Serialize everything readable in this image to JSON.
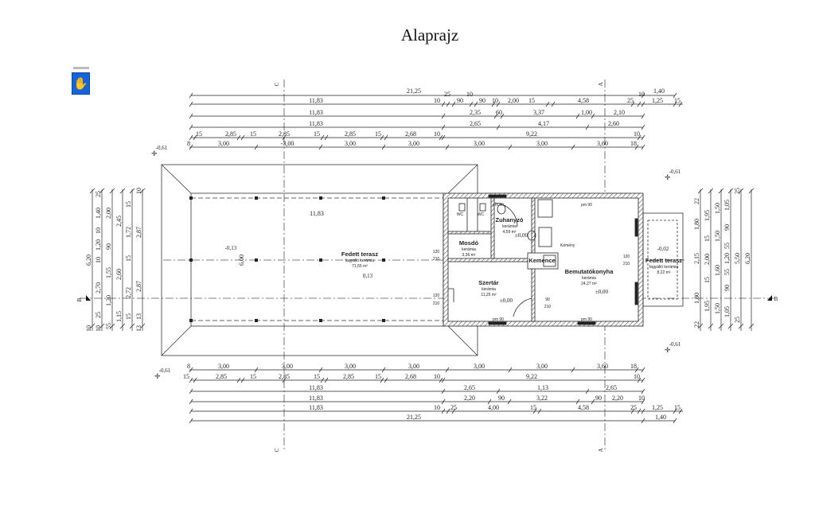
{
  "title": "Alaprajz",
  "toolbar": {
    "hand_tool_icon": "hand-icon"
  },
  "axes": {
    "c": "C",
    "a": "A",
    "b": "B"
  },
  "levels": [
    "-0,61",
    "-0,61",
    "-0,61",
    "-0,61"
  ],
  "dims_top": [
    [
      "21,25",
      "1,40"
    ],
    [
      "11,83",
      "10",
      "25",
      "90",
      "10",
      "90",
      "10",
      "2,00",
      "15",
      "4,58",
      "25",
      "10",
      "1,25",
      "15"
    ],
    [
      "11,83",
      "2,35",
      "60",
      "3,37",
      "1,00",
      "2,10"
    ],
    [
      "11,83",
      "2,65",
      "4,17",
      "2,60"
    ],
    [
      "15",
      "2,85",
      "15",
      "2,85",
      "15",
      "2,85",
      "15",
      "2,68",
      "10",
      "9,22",
      "10"
    ],
    [
      "8",
      "3,00",
      "-3,00",
      "3,00",
      "3,00",
      "3,00",
      "3,00",
      "3,60",
      "18"
    ]
  ],
  "dims_bottom": [
    [
      "8",
      "3,00",
      "3,00",
      "3,00",
      "3,00",
      "3,00",
      "3,00",
      "3,60",
      "18"
    ],
    [
      "15",
      "2,85",
      "15",
      "2,85",
      "15",
      "2,85",
      "15",
      "2,68",
      "10",
      "9,22",
      "10"
    ],
    [
      "11,83",
      "2,65",
      "1,13",
      "2,65"
    ],
    [
      "11,83",
      "2,20",
      "90",
      "3,22",
      "90",
      "2,20",
      "10"
    ],
    [
      "11,83",
      "10",
      "25",
      "4,00",
      "15",
      "4,58",
      "25",
      "1,25",
      "15"
    ],
    [
      "21,25",
      "1,40"
    ]
  ],
  "dims_left": [
    [
      "6,20",
      "10"
    ],
    [
      "25",
      "1,40",
      "10",
      "1,20",
      "10",
      "2,70",
      "25",
      "10"
    ],
    [
      "2,00",
      "90",
      "1,55",
      "1,20",
      "55"
    ],
    [
      "2,45",
      "2,60",
      "1,15"
    ],
    [
      "15",
      "1,72",
      "15",
      "2,72",
      "15"
    ],
    [
      "10",
      "2,87",
      "2,87",
      "13",
      "13"
    ]
  ],
  "dims_right": [
    [
      "22",
      "1,80",
      "2,15",
      "1,80",
      "22"
    ],
    [
      "1,95",
      "15",
      "2,00",
      "15",
      "1,95"
    ],
    [
      "1,50",
      "1,50",
      "1,60",
      "1,50"
    ],
    [
      "1,05",
      "90",
      "55",
      "1,20",
      "55",
      "90",
      "1,05"
    ],
    [
      "25",
      "5,50",
      "25"
    ],
    [
      "6,20"
    ]
  ],
  "rooms": {
    "terrace_left": {
      "name": "Fedett terasz",
      "floor": "fagyálló kerámia",
      "area": "71,55 m²",
      "level1": "-0,13",
      "level2": "0,13",
      "width": "6,00",
      "length": "11,83"
    },
    "wc1": {
      "name": "WC"
    },
    "wc2": {
      "name": "WC"
    },
    "shower": {
      "name": "Zuhanyzó",
      "floor": "kerámia",
      "area": "4,59 m²",
      "level": "±0,00"
    },
    "washroom": {
      "name": "Mosdó",
      "floor": "kerámia",
      "area": "3,36 m²"
    },
    "storage": {
      "name": "Szertár",
      "floor": "kerámia",
      "area": "11,25 m²",
      "level": "±0,00"
    },
    "kitchen": {
      "name": "Bemutatókonyha",
      "floor": "kerámia",
      "area": "24,27 m²",
      "level": "±0,00"
    },
    "oven": {
      "name": "Kemence"
    },
    "chimney": {
      "name": "Kémény"
    },
    "terrace_right": {
      "name": "Fedett terasz",
      "floor": "fagyálló kerámia",
      "area": "8,22 m²",
      "level": "-0,02"
    }
  },
  "openings": [
    "pm 90",
    "pm 90",
    "pm 90",
    "pm 90",
    "120",
    "210",
    "120",
    "210",
    "90",
    "210",
    "120",
    "210"
  ]
}
